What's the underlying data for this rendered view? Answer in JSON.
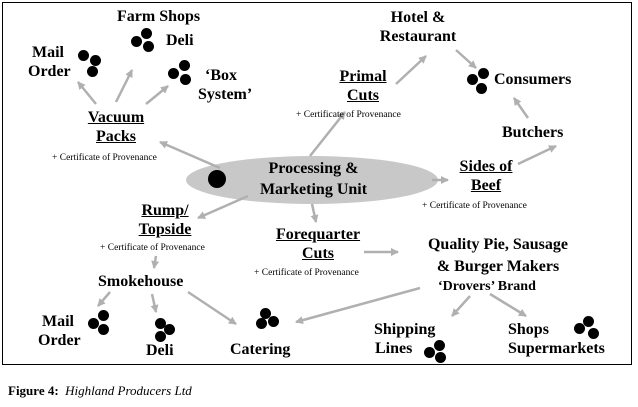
{
  "nodes": {
    "farm_shops": "Farm Shops",
    "deli_top": "Deli",
    "mail_order_top_1": "Mail",
    "mail_order_top_2": "Order",
    "box_system_1": "‘Box",
    "box_system_2": "System’",
    "vacuum_packs_1": "Vacuum",
    "vacuum_packs_2": "Packs",
    "hotel_1": "Hotel &",
    "hotel_2": "Restaurant",
    "primal_cuts_1": "Primal",
    "primal_cuts_2": "Cuts",
    "consumers": "Consumers",
    "butchers": "Butchers",
    "processing_1": "Processing &",
    "processing_2": "Marketing Unit",
    "sides_of_beef_1": "Sides of",
    "sides_of_beef_2": "Beef",
    "rump_1": "Rump/",
    "rump_2": "Topside",
    "forequarter_1": "Forequarter",
    "forequarter_2": "Cuts",
    "quality_1": "Quality Pie, Sausage",
    "quality_2": "& Burger Makers",
    "drovers": "‘Drovers’ Brand",
    "smokehouse": "Smokehouse",
    "mail_order_bottom_1": "Mail",
    "mail_order_bottom_2": "Order",
    "deli_bottom": "Deli",
    "catering": "Catering",
    "shipping_1": "Shipping",
    "shipping_2": "Lines",
    "shops_1": "Shops",
    "shops_2": "Supermarkets"
  },
  "certificate_label": "+ Certificate of Provenance",
  "caption": {
    "figure": "Figure 4:",
    "title": "Highland Producers Ltd"
  },
  "colors": {
    "ellipse_fill": "#c8c8c8",
    "arrow": "#b0b0b0",
    "text": "#000000"
  }
}
